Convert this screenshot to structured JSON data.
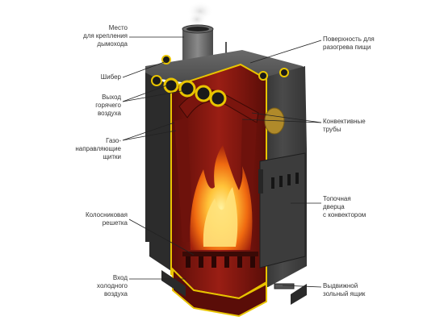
{
  "diagram": {
    "labels_left": [
      {
        "id": "chimney-mount",
        "text": "Место\nдля крепления\nдымохода"
      },
      {
        "id": "damper",
        "text": "Шибер"
      },
      {
        "id": "hot-air-outlet",
        "text": "Выход\nгорячего\nвоздуха"
      },
      {
        "id": "gas-baffles",
        "text": "Газо-\nнаправляющие\nщитки"
      },
      {
        "id": "grate",
        "text": "Колосниковая\nрешетка"
      },
      {
        "id": "cold-air-inlet",
        "text": "Вход\nхолодного\nвоздуха"
      }
    ],
    "labels_right": [
      {
        "id": "cooking-surface",
        "text": "Поверхность для\nразогрева пищи"
      },
      {
        "id": "convection-tubes",
        "text": "Конвективные\nтрубы"
      },
      {
        "id": "firebox-door",
        "text": "Топочная\nдверца\nс конвектором"
      },
      {
        "id": "ash-drawer",
        "text": "Выдвижной\nзольный ящик"
      }
    ]
  },
  "colors": {
    "body_dark": "#3d3d3d",
    "body_mid": "#505050",
    "body_light": "#6b6b6b",
    "interior_red": "#8b1a12",
    "interior_dark": "#5a0d08",
    "yellow_edge": "#e8c400",
    "flame_outer": "#f07a10",
    "flame_inner": "#ffd23a",
    "leader": "#222222"
  }
}
